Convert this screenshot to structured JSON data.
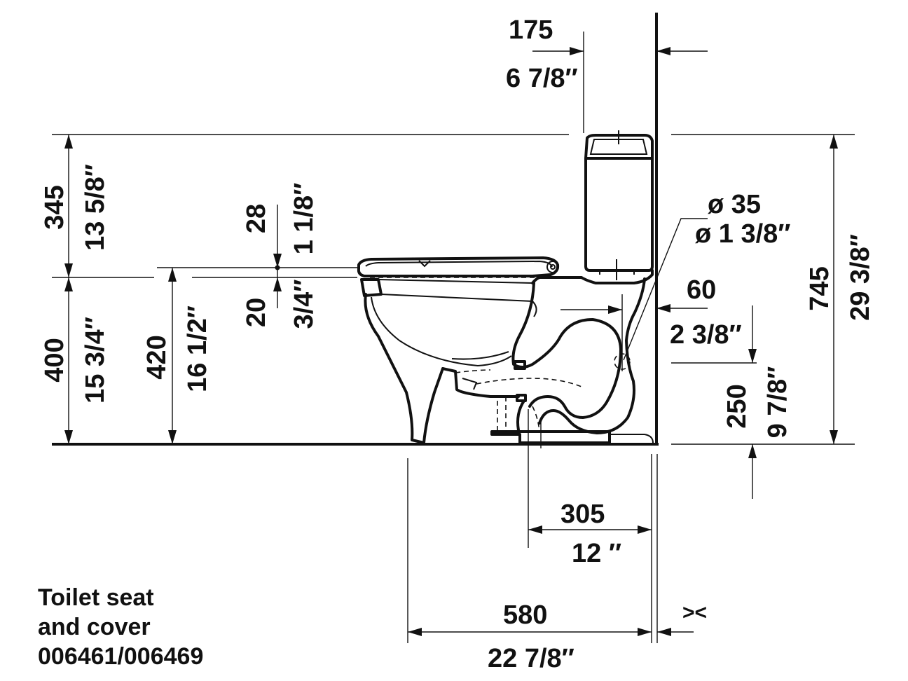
{
  "labels": {
    "d175": "175",
    "d6_7_8": "6 7/8″",
    "d345": "345",
    "d13_5_8": "13 5/8″",
    "d28": "28",
    "d1_1_8": "1 1/8″",
    "d20": "20",
    "d3_4": "3/4″",
    "d400": "400",
    "d15_3_4": "15 3/4″",
    "d420": "420",
    "d16_1_2": "16 1/2″",
    "d35": "ø 35",
    "d1_3_8": "ø 1 3/8″",
    "d60": "60",
    "d2_3_8": "2 3/8″",
    "d745": "745",
    "d29_3_8": "29 3/8″",
    "d250": "250",
    "d9_7_8": "9 7/8″",
    "d305": "305",
    "d12": "12 ″",
    "d580": "580",
    "d22_7_8": "22 7/8″",
    "gap_symbol": "><"
  },
  "note": {
    "line1": "Toilet seat",
    "line2": "and cover",
    "line3": "006461/006469"
  }
}
